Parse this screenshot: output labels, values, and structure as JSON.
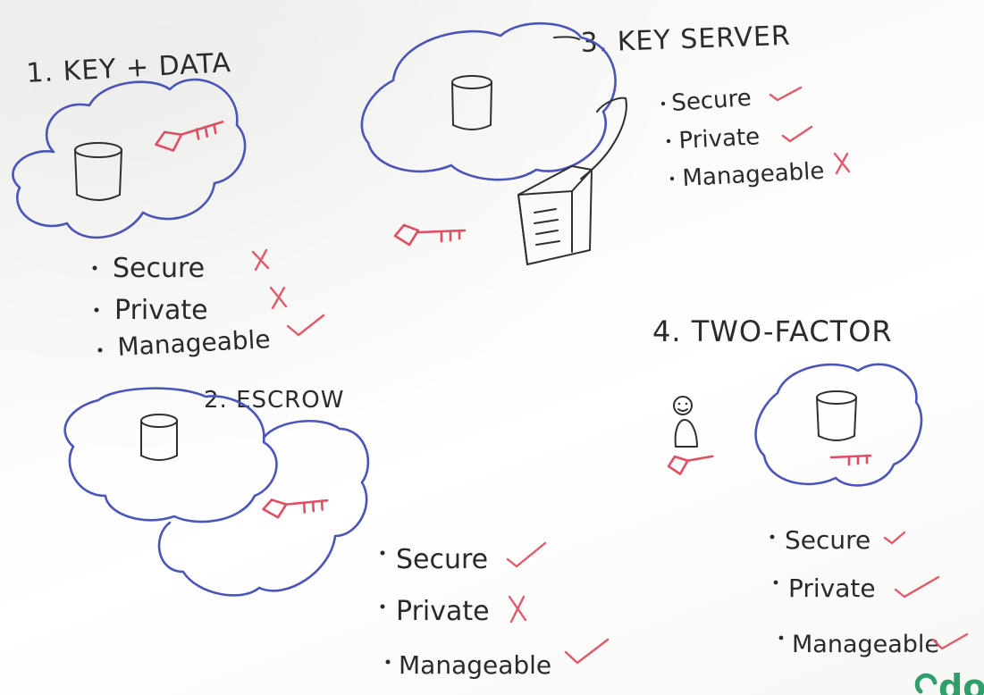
{
  "scenarios": {
    "key_data": {
      "title": "1. KEY + DATA",
      "items": [
        {
          "label": "Secure",
          "mark": "x"
        },
        {
          "label": "Private",
          "mark": "x"
        },
        {
          "label": "Manageable",
          "mark": "check"
        }
      ]
    },
    "escrow": {
      "title": "2. ESCROW",
      "items": [
        {
          "label": "Secure",
          "mark": "check"
        },
        {
          "label": "Private",
          "mark": "x"
        },
        {
          "label": "Manageable",
          "mark": "check"
        }
      ]
    },
    "key_server": {
      "title": "3. KEY SERVER",
      "items": [
        {
          "label": "Secure",
          "mark": "check"
        },
        {
          "label": "Private",
          "mark": "check"
        },
        {
          "label": "Manageable",
          "mark": "x"
        }
      ]
    },
    "two_factor": {
      "title": "4. TWO-FACTOR",
      "items": [
        {
          "label": "Secure",
          "mark": "check"
        },
        {
          "label": "Private",
          "mark": "check"
        },
        {
          "label": "Manageable",
          "mark": "check"
        }
      ]
    }
  },
  "brand": {
    "logo_text": "do",
    "color": "#2e9e6a"
  },
  "colors": {
    "cloud": "#4b54b8",
    "key": "#e04e63",
    "marks": "#e05a6a",
    "ink": "#2f2f2f"
  },
  "icons": [
    "cloud-icon",
    "database-icon",
    "key-icon",
    "server-icon",
    "person-icon",
    "check-icon",
    "x-icon"
  ]
}
